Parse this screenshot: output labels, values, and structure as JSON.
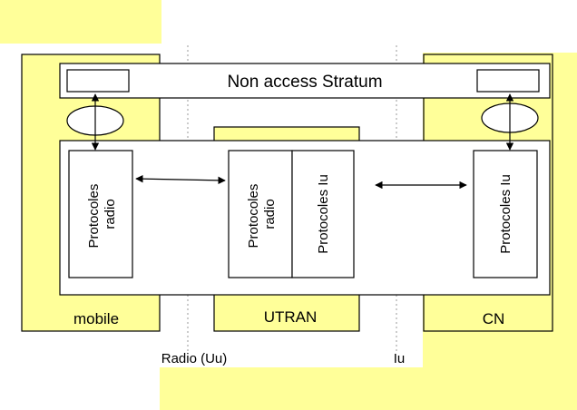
{
  "colors": {
    "yellow": "#ffff99",
    "white": "#ffffff",
    "stroke": "#000000",
    "divider": "#999999"
  },
  "nas": {
    "label": "Non access Stratum"
  },
  "mobile": {
    "label": "mobile",
    "protocol_lines": [
      "Protocoles",
      "radio"
    ]
  },
  "utran": {
    "label": "UTRAN",
    "radio_lines": [
      "Protocoles",
      "radio"
    ],
    "iu_label": "Protocoles Iu"
  },
  "cn": {
    "label": "CN",
    "protocol_label": "Protocoles Iu"
  },
  "interfaces": {
    "radio": "Radio (Uu)",
    "iu": "Iu"
  }
}
